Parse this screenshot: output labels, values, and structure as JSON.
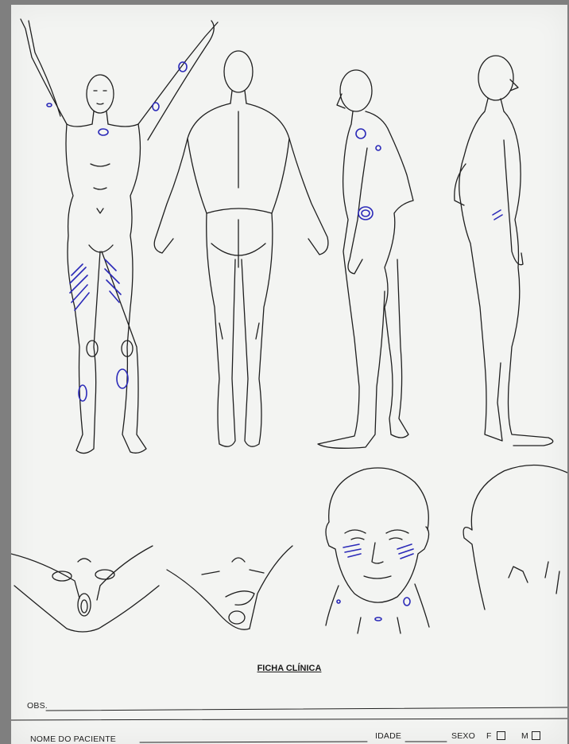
{
  "form": {
    "title": "FICHA CLÍNICA",
    "obs_label": "OBS.",
    "patient_name_label": "NOME DO PACIENTE",
    "age_label": "IDADE",
    "sex_label": "SEXO",
    "sex_female": "F",
    "sex_male": "M"
  },
  "colors": {
    "paper": "#f3f4f2",
    "ink": "#1f1f1f",
    "pen_marks": "#2b2ab8"
  }
}
